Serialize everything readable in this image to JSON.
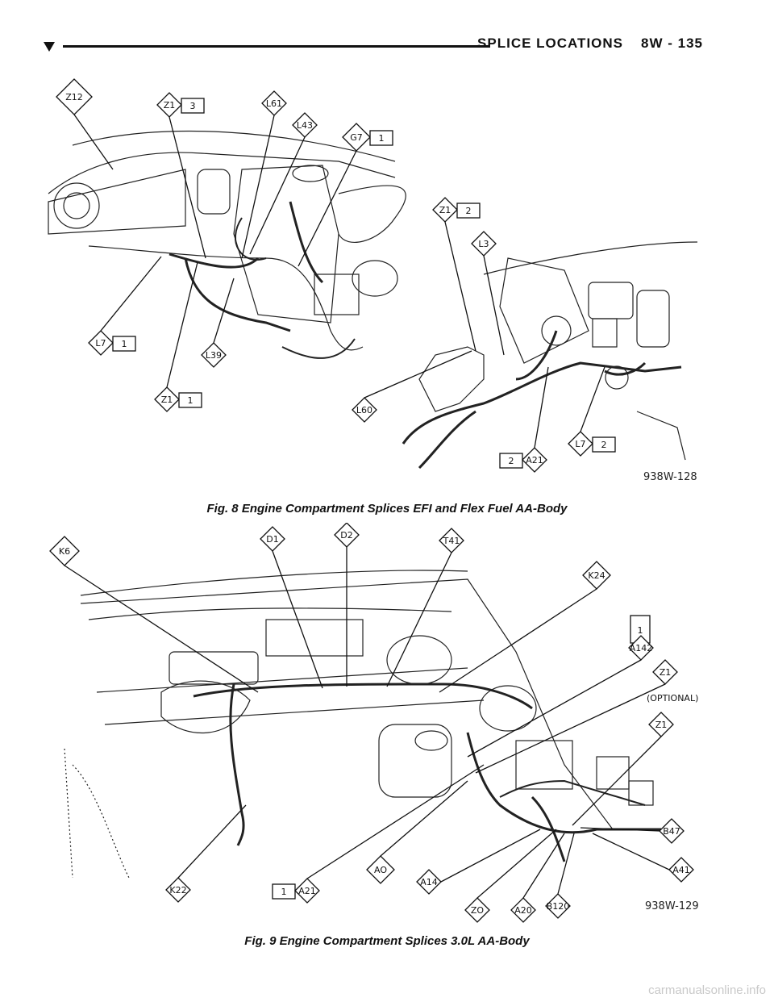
{
  "header": {
    "section": "SPLICE LOCATIONS",
    "page": "8W - 135"
  },
  "figure8": {
    "caption": "Fig. 8 Engine Compartment Splices EFI and Flex Fuel AA-Body",
    "code": "938W-128",
    "labels": {
      "z12": "Z12",
      "z1_3": "Z1",
      "z1_3n": "3",
      "l61": "L61",
      "l43": "L43",
      "g7_1": "G7",
      "g7_1n": "1",
      "z1_2": "Z1",
      "z1_2n": "2",
      "l3": "L3",
      "l7_1": "L7",
      "l7_1n": "1",
      "l39": "L39",
      "z1_1": "Z1",
      "z1_1n": "1",
      "l60": "L60",
      "a21_2": "A21",
      "a21_2n": "2",
      "l7_2": "L7",
      "l7_2n": "2"
    }
  },
  "figure9": {
    "caption": "Fig. 9 Engine Compartment Splices 3.0L AA-Body",
    "code": "938W-129",
    "labels": {
      "k6": "K6",
      "d1": "D1",
      "d2": "D2",
      "t41": "T41",
      "k24": "K24",
      "a142": "A142",
      "a142n": "1",
      "z1_opt": "Z1",
      "optional": "(OPTIONAL)",
      "z1": "Z1",
      "b47": "B47",
      "a41": "A41",
      "k22": "K22",
      "a21": "A21",
      "a21n": "1",
      "ao": "AO",
      "a14": "A14",
      "zo": "ZO",
      "a20": "A20",
      "b120": "B120"
    }
  },
  "watermark": "carmanualsonline.info"
}
